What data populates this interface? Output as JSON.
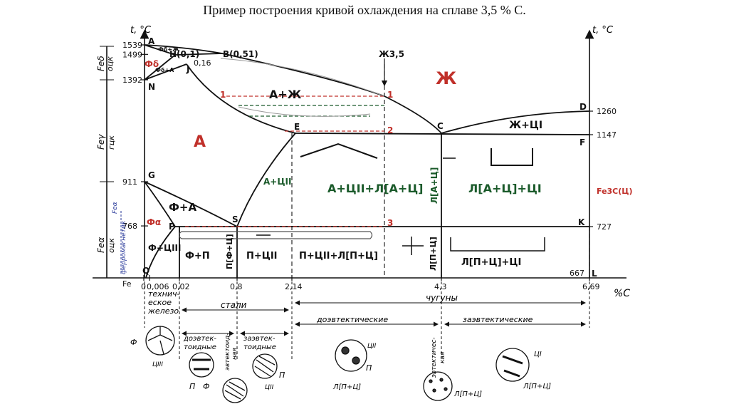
{
  "title": "Пример построения кривой охлаждения на сплаве 3,5 % С.",
  "axes": {
    "left_label": "t, °C",
    "right_label": "t, °C",
    "x_label": "%C",
    "origin_label": "Fe",
    "left_temps": [
      {
        "v": 1539,
        "t": "1539"
      },
      {
        "v": 1499,
        "t": "1499"
      },
      {
        "v": 1392,
        "t": "1392"
      },
      {
        "v": 911,
        "t": "911"
      },
      {
        "v": 768,
        "t": "768"
      }
    ],
    "right_temps": [
      {
        "v": 1260,
        "t": "1260"
      },
      {
        "v": 1147,
        "t": "1147"
      },
      {
        "v": 727,
        "t": "727"
      }
    ],
    "right_667": "667",
    "x_ticks": [
      {
        "c": 0,
        "t": "0"
      },
      {
        "c": 0.006,
        "t": "0,006"
      },
      {
        "c": 0.02,
        "t": "0,02"
      },
      {
        "c": 0.8,
        "t": "0,8"
      },
      {
        "c": 2.14,
        "t": "2,14"
      },
      {
        "c": 4.3,
        "t": "4,3"
      },
      {
        "c": 6.69,
        "t": "6,69"
      }
    ]
  },
  "left_bands": [
    {
      "name": "Feδ",
      "sub": "оцк"
    },
    {
      "name": "Feγ",
      "sub": "гцк"
    },
    {
      "name": "Feα",
      "sub": "оцк"
    }
  ],
  "ferromagnetic": "ферромагнетик",
  "ferromagnetic_temp": "Feα",
  "points": {
    "A": "A",
    "H": "H(0,1)",
    "B": "B(0,51)",
    "J": "J",
    "J_val": "0,16",
    "N": "N",
    "G": "G",
    "P": "P",
    "S": "S",
    "E": "E",
    "C": "C",
    "D": "D",
    "F": "F",
    "K": "K",
    "Q": "Q",
    "L": "L"
  },
  "alloy": {
    "label": "Ж3,5",
    "points": [
      "1",
      "2",
      "3"
    ]
  },
  "phases": {
    "liquid": "Ж",
    "austenite": "А",
    "a_plus_liquid": "А+Ж",
    "ferrite_delta": "Фδ",
    "ferrite_alpha": "Фα",
    "delta_plus_liquid": "Фδ+Ж",
    "delta_plus_a": "Фδ+А",
    "f_plus_a": "Ф+А",
    "a_plus_cII": "А+ЦII",
    "a_cII_ledeburite": "А+ЦII+Л[А+Ц]",
    "ledeburite_a_c": "Л[А+Ц]",
    "ledeburite_cI": "Л[А+Ц]+ЦI",
    "liquid_cI": "Ж+ЦI",
    "f_cIII": "Ф+ЦIII",
    "f_plus_p": "Ф+П",
    "pearlite": "П[Ф+Ц]",
    "p_plus_cII": "П+ЦII",
    "p_cII_ledeburite": "П+ЦII+Л[П+Ц]",
    "ledeburite_p_c": "Л[П+Ц]",
    "ledeburite_p_cI": "Л[П+Ц]+ЦI",
    "cementite": "Fe3C(Ц)"
  },
  "groups": {
    "tech_iron": "технич-\nеское\nжелезо",
    "steels": "стали",
    "cast_irons": "чугуны",
    "hypoeutectoid": "доэвтек-\nтоидные",
    "eutectoid": "эвтектоид-\nная",
    "hypereutectoid": "заэвтек-\nтоидные",
    "hypoeutectic": "доэвтектические",
    "eutectic": "эвтектичес-\nкая",
    "hypereutectic": "заэвтектические"
  },
  "micro_labels": {
    "f": "Ф",
    "c3": "ЦIII",
    "p": "П",
    "f2": "Ф",
    "c2": "ЦII",
    "p2": "П",
    "c2b": "ЦII",
    "p3": "П",
    "l_pc": "Л[П+Ц]",
    "l_pc2": "Л[П+Ц]",
    "c1": "ЦI",
    "l_pc3": "Л[П+Ц]"
  },
  "colors": {
    "ink": "#111111",
    "green": "#1a5a2a",
    "red": "#c0302a",
    "blue": "#2a3a9a"
  }
}
